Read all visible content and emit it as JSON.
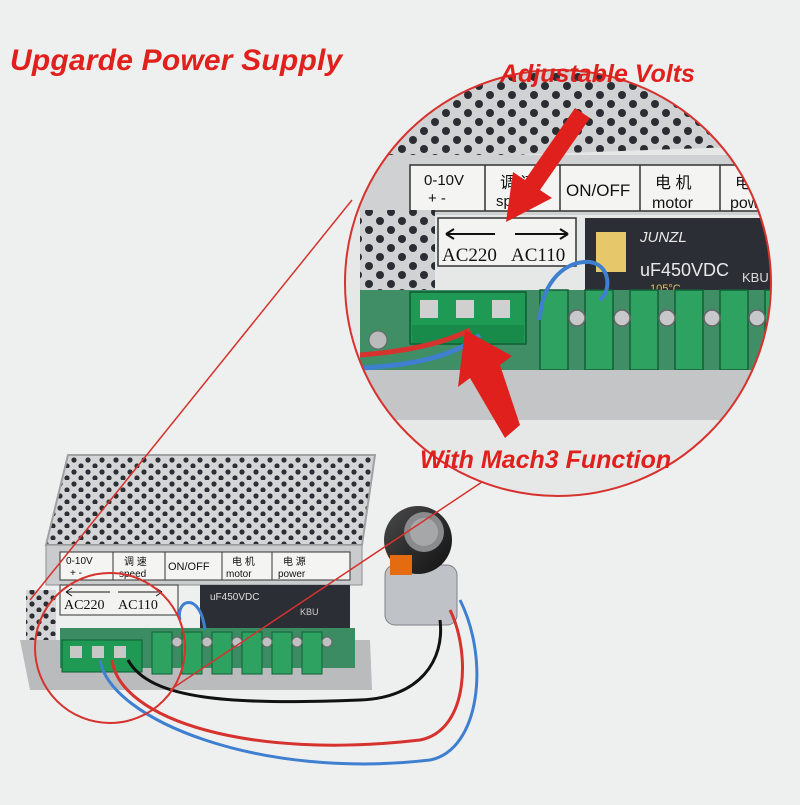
{
  "headline": "Upgarde Power Supply",
  "callouts": {
    "adjustable_volts": "Adjustable Volts",
    "mach3_function": "With Mach3  Function"
  },
  "panel_labels": {
    "voltage_range": "0-10V",
    "polarity": "+ -",
    "speed_cn": "调 速",
    "speed": "speed",
    "on_off": "ON/OFF",
    "motor_cn": "电 机",
    "motor": "motor",
    "power_cn": "电 源",
    "power": "power",
    "ac220": "AC220",
    "ac110": "AC110"
  },
  "capacitor_text": {
    "brand": "JUNZL",
    "rating": "uF450VDC",
    "temp": "105°C",
    "kbu": "KBU"
  },
  "colors": {
    "accent_red": "#e0201c",
    "case_silver": "#c9cbcc",
    "terminal_green": "#1f9a55",
    "pcb_green": "#3b8c62"
  }
}
